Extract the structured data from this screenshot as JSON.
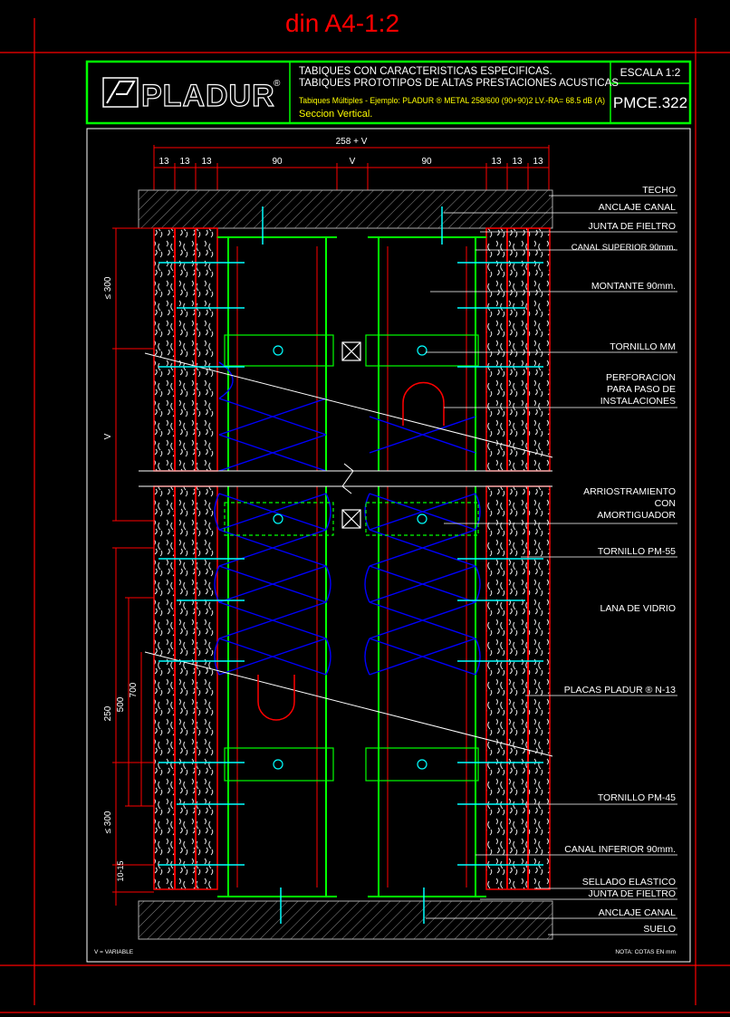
{
  "sheet_title": "din A4-1:2",
  "header": {
    "logo_text": "PLADUR",
    "logo_mark": "®",
    "title_line1": "TABIQUES CON CARACTERISTICAS ESPECIFICAS.",
    "title_line2": "TABIQUES PROTOTIPOS DE ALTAS PRESTACIONES ACUSTICAS",
    "subtitle": "Tabiques Múltiples - Ejemplo: PLADUR ® METAL 258/600 (90+90)2 LV.-RA= 68.5 dB (A)",
    "section": "Seccion Vertical.",
    "scale_label": "ESCALA 1:2",
    "code": "PMCE.322"
  },
  "dimensions": {
    "total": "258 + V",
    "top": [
      "13",
      "13",
      "13",
      "90",
      "V",
      "90",
      "13",
      "13",
      "13"
    ],
    "left_outer": [
      "≤ 300",
      "V"
    ],
    "left_lower_a": [
      "250",
      "≤ 300",
      "10-15"
    ],
    "left_lower_b": [
      "500"
    ],
    "left_lower_c": [
      "700"
    ]
  },
  "labels": [
    "TECHO",
    "ANCLAJE CANAL",
    "JUNTA DE FIELTRO",
    "CANAL SUPERIOR 90mm.",
    "MONTANTE 90mm.",
    "TORNILLO MM",
    "PERFORACION",
    "PARA PASO DE",
    "INSTALACIONES",
    "ARRIOSTRAMIENTO",
    "CON",
    "AMORTIGUADOR",
    "TORNILLO PM-55",
    "LANA DE VIDRIO",
    "PLACAS PLADUR ® N-13",
    "TORNILLO PM-45",
    "CANAL INFERIOR 90mm.",
    "SELLADO ELASTICO",
    "JUNTA DE FIELTRO",
    "ANCLAJE CANAL",
    "SUELO"
  ],
  "footer": {
    "left_note": "V = VARIABLE",
    "right_note": "NOTA: COTAS EN mm"
  },
  "colors": {
    "background": "#000000",
    "frame": "#ff0000",
    "frame_green": "#00ff00",
    "text": "#ffffff",
    "title_red": "#ff0000",
    "header_yellow": "#ffff00",
    "stud": "#00ff00",
    "board": "#ff0000",
    "insulation": "#0000ff",
    "screw": "#00ffff",
    "hatch": "#808080"
  }
}
